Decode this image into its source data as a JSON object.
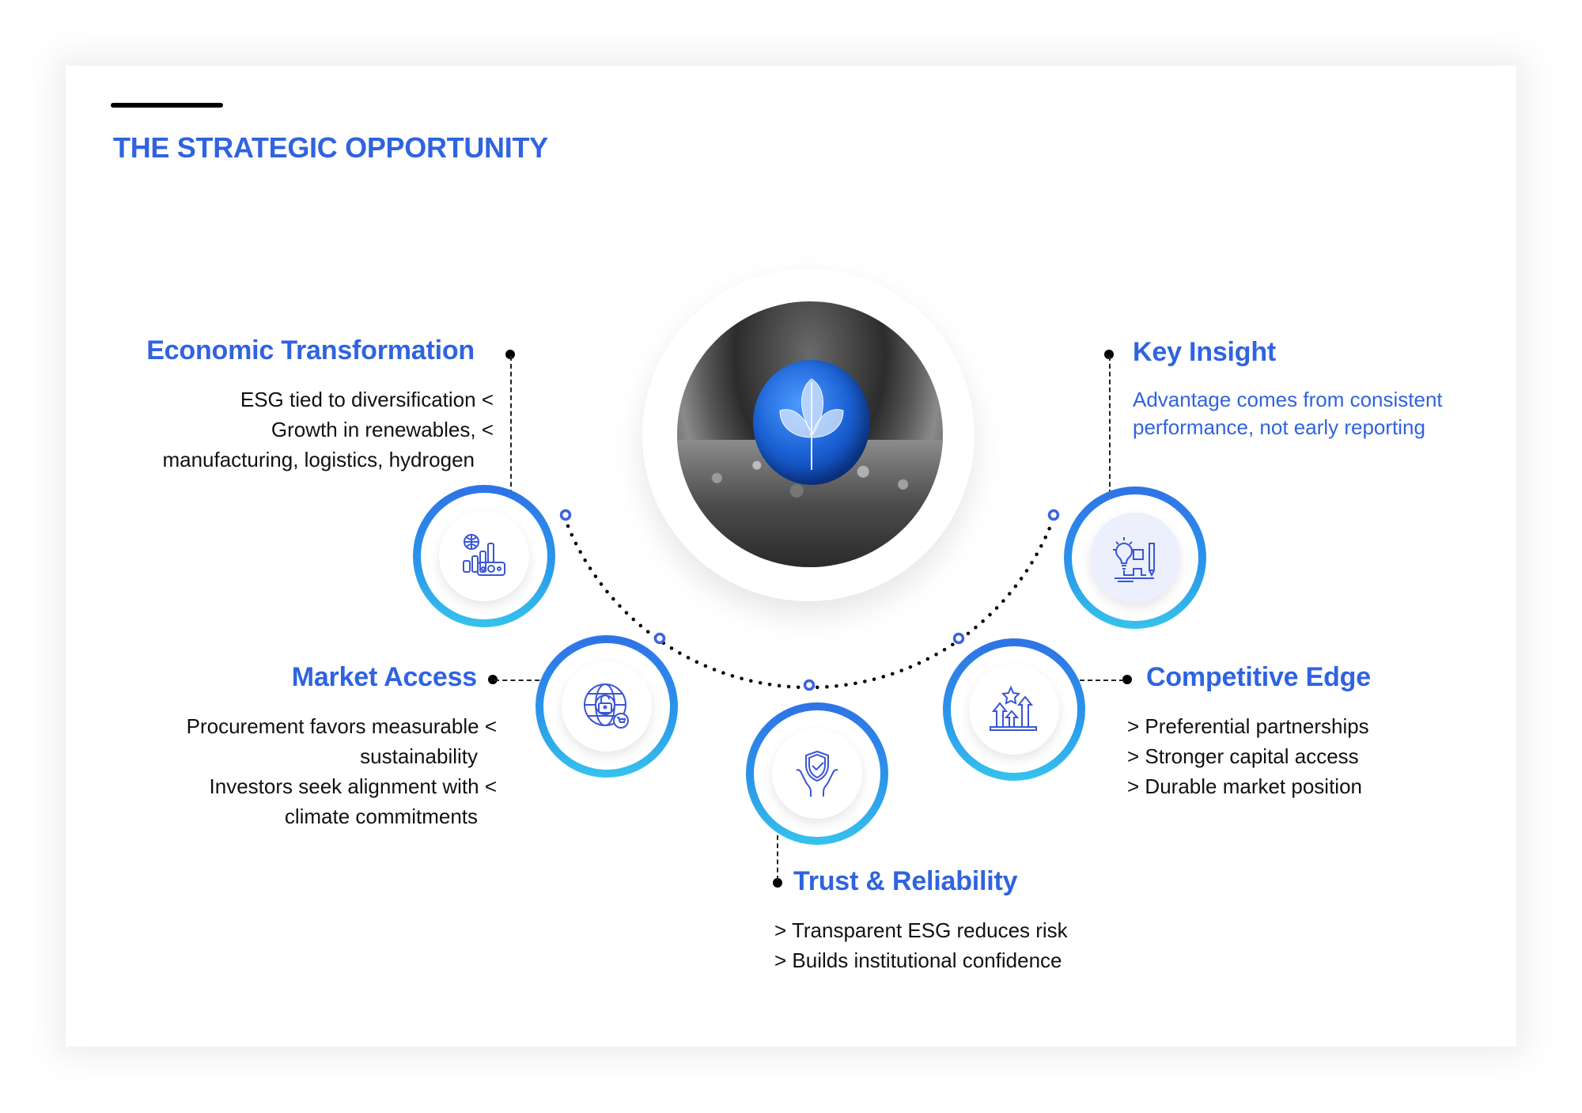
{
  "page": {
    "title": "THE STRATEGIC OPPORTUNITY",
    "center_image": "blue-glass-orb-with-leaf-on-soil"
  },
  "colors": {
    "accent_blue": "#2f63e0",
    "ring_top": "#2f72e6",
    "ring_bottom": "#36c3ec",
    "text": "#111111",
    "connector": "#000000"
  },
  "nodes": {
    "economic": {
      "heading": "Economic Transformation",
      "icon": "globe-bar-chart-money-icon",
      "items": [
        "ESG tied to diversification",
        "Growth in renewables,",
        "manufacturing, logistics, hydrogen"
      ],
      "bullet": "<"
    },
    "market": {
      "heading": "Market Access",
      "icon": "globe-lock-cart-icon",
      "items": [
        "Procurement favors measurable",
        "sustainability",
        "Investors seek alignment with",
        "climate commitments"
      ],
      "bullet": "<"
    },
    "trust": {
      "heading": "Trust & Reliability",
      "icon": "hands-shield-check-icon",
      "items": [
        "Transparent ESG reduces risk",
        "Builds institutional confidence"
      ],
      "bullet": ">"
    },
    "competitive": {
      "heading": "Competitive Edge",
      "icon": "star-growth-arrows-icon",
      "items": [
        "Preferential partnerships",
        "Stronger capital access",
        "Durable market position"
      ],
      "bullet": ">"
    },
    "insight": {
      "heading": "Key Insight",
      "icon": "lightbulb-pencil-design-icon",
      "text": "Advantage comes from consistent performance, not early reporting"
    }
  }
}
